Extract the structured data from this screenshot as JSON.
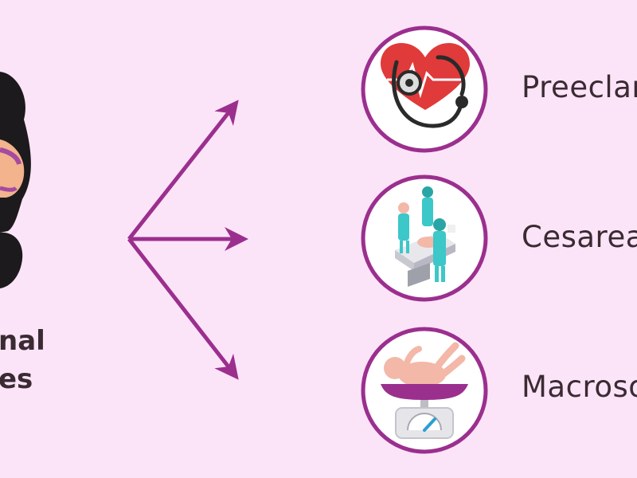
{
  "source": {
    "label_line1": "nal",
    "label_line2": "es"
  },
  "outcomes": [
    {
      "label": "Preeclam",
      "icon": "heart-stethoscope-icon"
    },
    {
      "label": "Cesarean",
      "icon": "surgery-team-icon"
    },
    {
      "label": "Macroso",
      "icon": "baby-scale-icon"
    }
  ],
  "colors": {
    "background": "#fce4f8",
    "accent": "#9b2f8e",
    "text": "#3a2b33",
    "heart": "#e03a3a",
    "surgical": "#3cc7c8",
    "skin": "#f3b8a8"
  }
}
